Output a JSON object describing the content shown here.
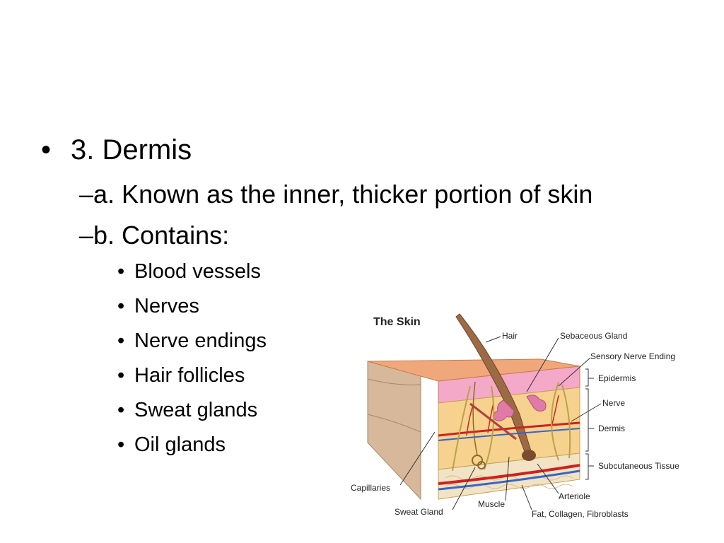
{
  "slide": {
    "heading": {
      "bullet": "•",
      "text": "3.  Dermis"
    },
    "subpoints": [
      {
        "dash": "–",
        "text": "a.  Known as the inner, thicker portion of skin"
      },
      {
        "dash": "–",
        "text": "b.  Contains:"
      }
    ],
    "contents": [
      {
        "bullet": "•",
        "text": "Blood vessels"
      },
      {
        "bullet": "•",
        "text": "Nerves"
      },
      {
        "bullet": "•",
        "text": "Nerve endings"
      },
      {
        "bullet": "•",
        "text": "Hair follicles"
      },
      {
        "bullet": "•",
        "text": "Sweat glands"
      },
      {
        "bullet": "•",
        "text": "Oil glands"
      }
    ]
  },
  "diagram": {
    "title": "The Skin",
    "labels": {
      "hair": "Hair",
      "sebaceous_gland": "Sebaceous Gland",
      "sensory_nerve_ending": "Sensory Nerve Ending",
      "epidermis": "Epidermis",
      "nerve": "Nerve",
      "dermis": "Dermis",
      "subcutaneous_tissue": "Subcutaneous Tissue",
      "capillaries": "Capillaries",
      "arteriole": "Arteriole",
      "muscle": "Muscle",
      "sweat_gland": "Sweat Gland",
      "fat_collagen": "Fat, Collagen, Fibroblasts"
    },
    "colors": {
      "epidermis_top": "#f0a87a",
      "epidermis_layer": "#f4a9c8",
      "dermis": "#f7d28e",
      "subcutaneous": "#f2e3c4",
      "side_face": "#d8b89a",
      "hair": "#9c6b45",
      "artery": "#cc2222",
      "vein": "#3366cc",
      "nerve": "#b9a24a"
    }
  }
}
